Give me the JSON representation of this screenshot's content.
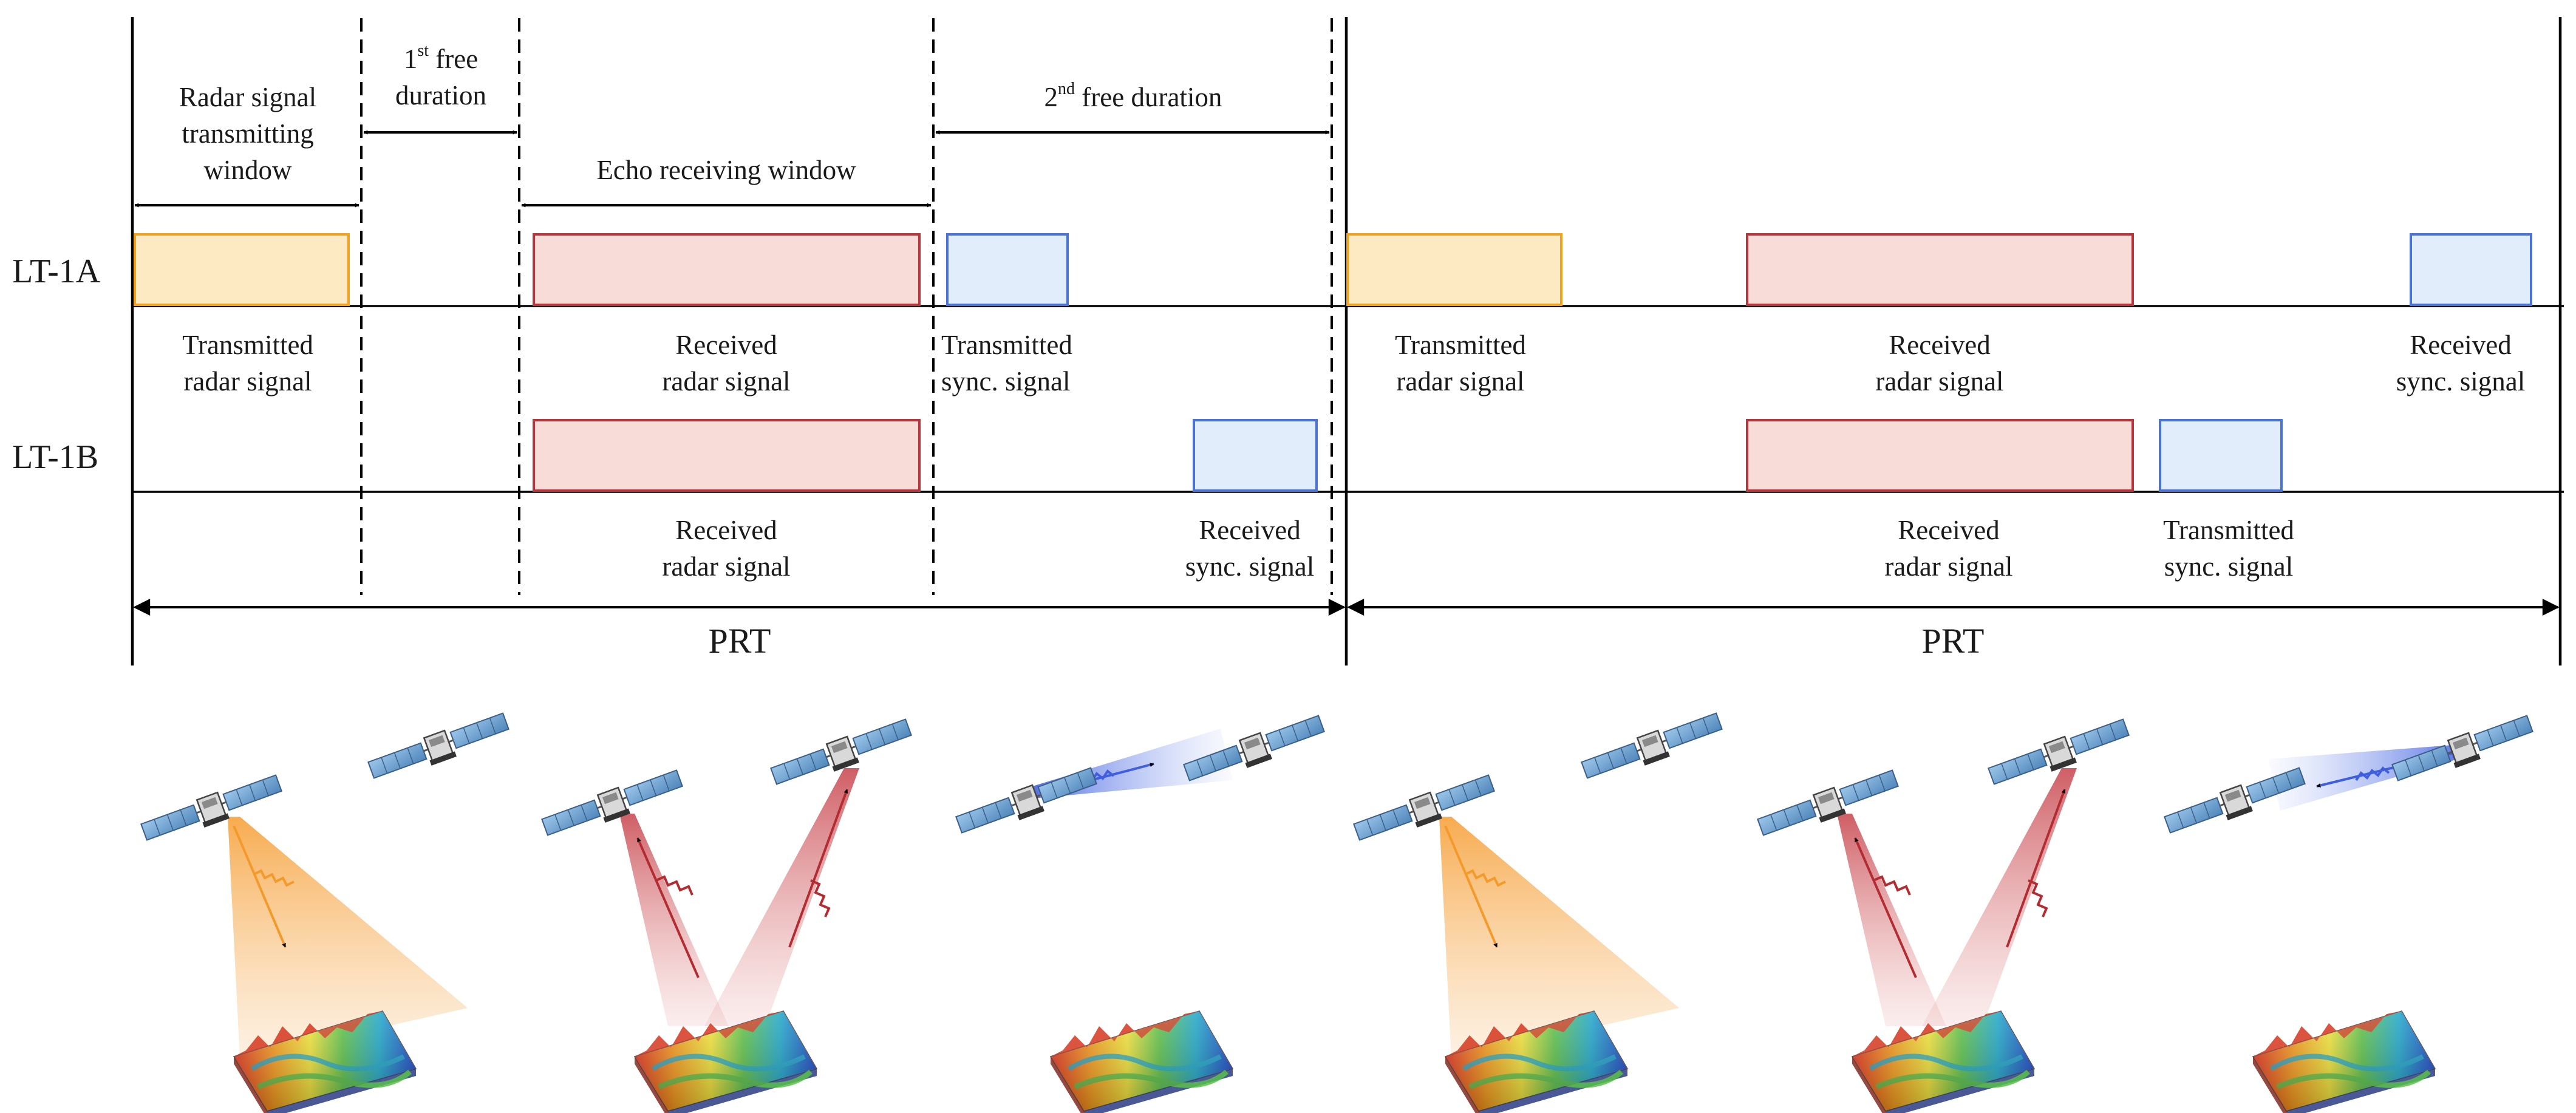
{
  "colors": {
    "transmit_fill": "#fde9c2",
    "transmit_stroke": "#f3a21f",
    "receive_fill": "#f8dcd8",
    "receive_stroke": "#b8363b",
    "sync_fill": "#e2edfb",
    "sync_stroke": "#4a73d6",
    "beam_orange": "#f39a2a",
    "beam_red": "#b32c32",
    "beam_blue": "#3f5fe0",
    "panel_blue": "#6fa6d3"
  },
  "rows": {
    "a": "LT-1A",
    "b": "LT-1B"
  },
  "windows": {
    "tx_1": "Radar signal",
    "tx_2": "transmitting",
    "tx_3": "window",
    "free1_sup": "st",
    "free1_num": "1",
    "free1_word": " free",
    "free1_2": "duration",
    "echo": "Echo receiving window",
    "free2_num": "2",
    "free2_sup": "nd",
    "free2_rest": " free duration"
  },
  "labels": {
    "transmitted": "Transmitted",
    "received": "Received",
    "radar_signal": "radar signal",
    "sync_signal": "sync. signal"
  },
  "prt": "PRT",
  "scenes": [
    {
      "beam": "orange"
    },
    {
      "beam": "red"
    },
    {
      "beam": "blue-right"
    },
    {
      "beam": "orange"
    },
    {
      "beam": "red"
    },
    {
      "beam": "blue-left"
    }
  ]
}
